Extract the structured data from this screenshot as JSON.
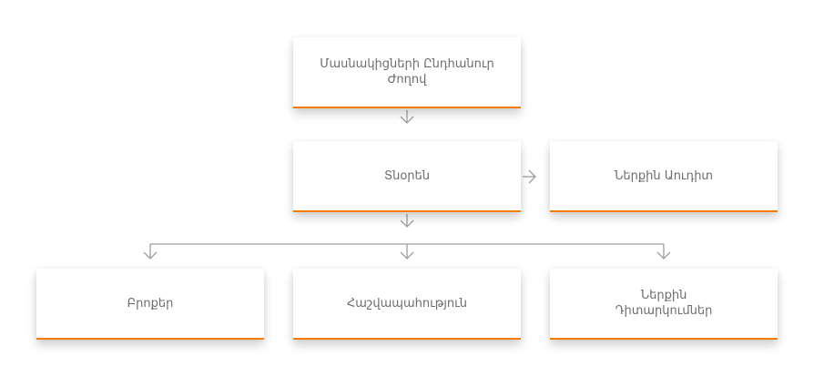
{
  "nodes": {
    "assembly": "Մասնակիցների Ընդհանուր Ժողով",
    "director": "Տնօրեն",
    "audit": "Ներքին Աուդիտ",
    "broker": "Բրոքեր",
    "accounting": "Հաշվապահություն",
    "internal_review": "Ներքին Դիտարկումներ"
  },
  "colors": {
    "accent": "#f57c00",
    "connector": "#9e9e9e",
    "text": "#6d6d6d"
  }
}
